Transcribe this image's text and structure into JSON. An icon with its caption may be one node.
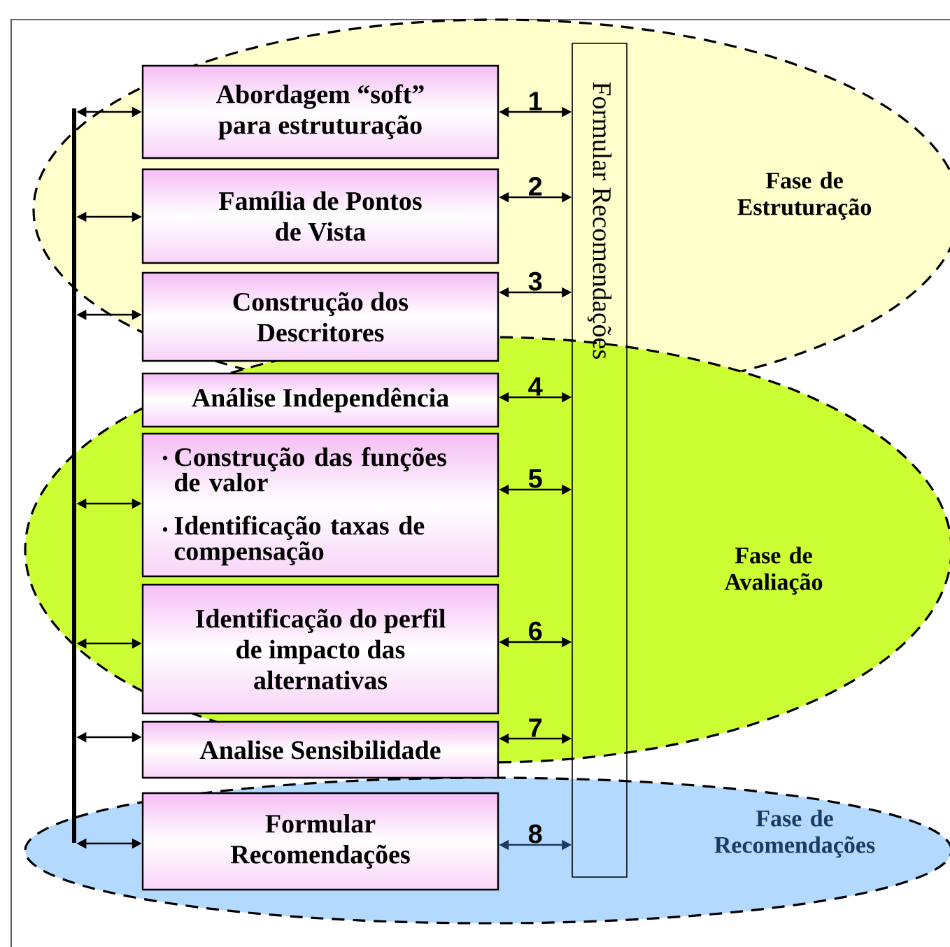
{
  "diagram": {
    "nodes": [
      {
        "text": [
          "Fase de Estruturação"
        ]
      },
      {
        "text": [
          "Fase de Avaliação"
        ]
      },
      {
        "text": [
          "Fase de Recomendações"
        ]
      },
      {
        "text": [
          "Abordagem “soft” para estruturação"
        ],
        "in": 0
      },
      {
        "text": [
          "Família de Pontos de Vista"
        ],
        "in": 0
      },
      {
        "text": [
          "Construção dos Descritores"
        ],
        "in": 0
      },
      {
        "text": [
          "Análise Independência"
        ],
        "in": 1
      },
      {
        "text": [
          "Construção das funções de valor",
          "Identificação taxas de compensação"
        ],
        "in": 1
      },
      {
        "text": [
          "Identificação do perfil de impacto das alternativas"
        ],
        "in": 1
      },
      {
        "text": [
          "Analise Sensibilidade"
        ]
      },
      {
        "text": [
          "Formular Recomendações"
        ],
        "in": 2
      },
      {
        "text": [
          "Formular Recomendações"
        ]
      },
      {
        "text": [],
        "shape": "bar"
      }
    ],
    "edges": [
      {
        "from": 3,
        "to": 11,
        "arrow": "both",
        "label": "1"
      },
      {
        "from": 4,
        "to": 11,
        "arrow": "both",
        "label": "2"
      },
      {
        "from": 5,
        "to": 11,
        "arrow": "both",
        "label": "3"
      },
      {
        "from": 6,
        "to": 11,
        "arrow": "both",
        "label": "4"
      },
      {
        "from": 7,
        "to": 11,
        "arrow": "both",
        "label": "5"
      },
      {
        "from": 8,
        "to": 11,
        "arrow": "both",
        "label": "6"
      },
      {
        "from": 9,
        "to": 11,
        "arrow": "both",
        "label": "7"
      },
      {
        "from": 10,
        "to": 11,
        "arrow": "both",
        "label": "8",
        "color": "#1f3a5f"
      },
      {
        "from": 12,
        "to": 3,
        "arrow": "both"
      },
      {
        "from": 12,
        "to": 4,
        "arrow": "both"
      },
      {
        "from": 12,
        "to": 5,
        "arrow": "both"
      },
      {
        "from": 12,
        "to": 7,
        "arrow": "both"
      },
      {
        "from": 12,
        "to": 8,
        "arrow": "both"
      },
      {
        "from": 12,
        "to": 9,
        "arrow": "both"
      },
      {
        "from": 12,
        "to": 10,
        "arrow": "both"
      }
    ]
  }
}
